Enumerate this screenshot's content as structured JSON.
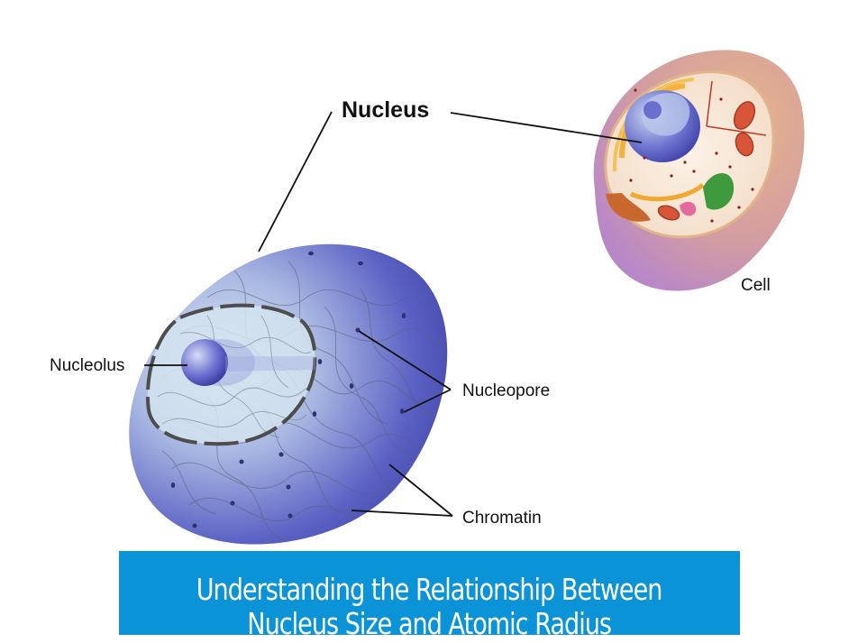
{
  "labels": {
    "nucleus": "Nucleus",
    "cell": "Cell",
    "nucleolus": "Nucleolus",
    "nucleopore": "Nucleopore",
    "chromatin": "Chromatin"
  },
  "banner": {
    "line1": "Understanding the Relationship Between",
    "line2": "Nucleus Size and Atomic Radius"
  },
  "colors": {
    "banner": "#0a93d6",
    "nucleus_dark": "#3a3fa8",
    "nucleus_light": "#c9d8ee",
    "cell_membrane": "#d9a77a"
  }
}
